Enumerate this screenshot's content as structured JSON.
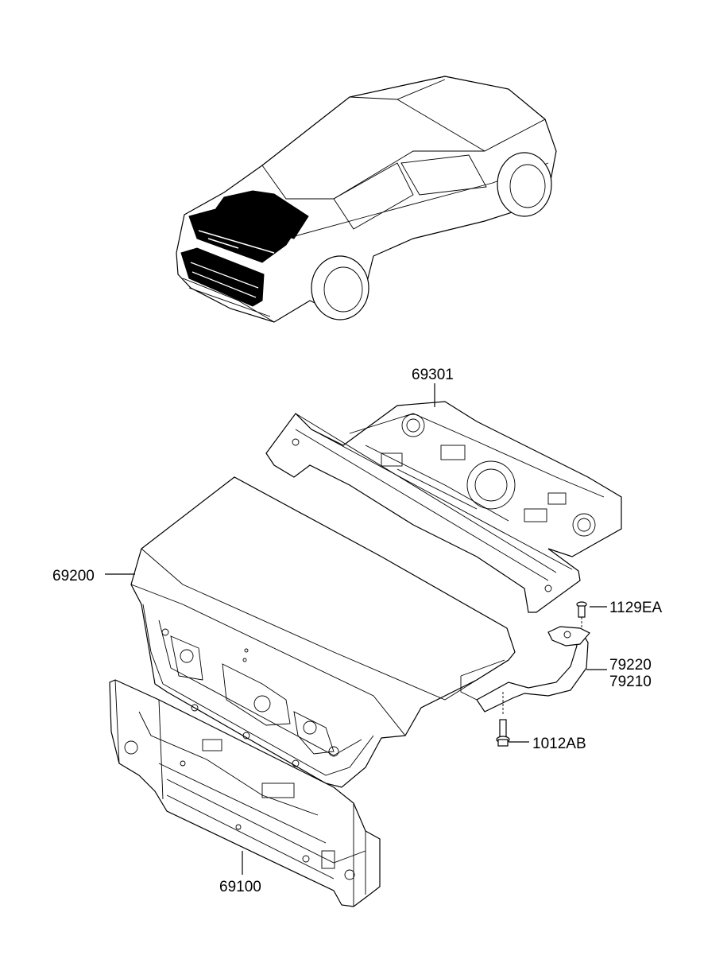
{
  "parts": [
    {
      "id": "p69301",
      "number": "69301"
    },
    {
      "id": "p69200",
      "number": "69200"
    },
    {
      "id": "p1129EA",
      "number": "1129EA"
    },
    {
      "id": "p79220",
      "number": "79220"
    },
    {
      "id": "p79210",
      "number": "79210"
    },
    {
      "id": "p1012AB",
      "number": "1012AB"
    },
    {
      "id": "p69100",
      "number": "69100"
    }
  ]
}
